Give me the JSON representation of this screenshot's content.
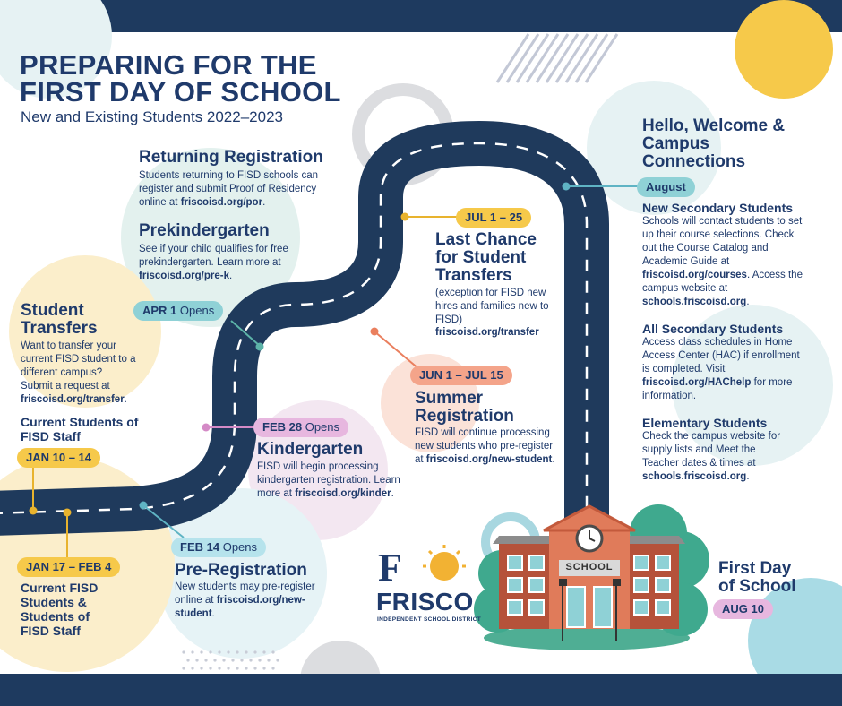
{
  "header": {
    "title_line1": "PREPARING FOR THE",
    "title_line2": "FIRST DAY OF SCHOOL",
    "subtitle": "New and Existing Students 2022–2023"
  },
  "returning": {
    "heading": "Returning Registration",
    "body": "Students returning to FISD schools can register and submit Proof of Residency online at",
    "link": "friscoisd.org/por"
  },
  "prek": {
    "heading": "Prekindergarten",
    "body": "See if your child qualifies for free prekindergarten. Learn more at",
    "link": "friscoisd.org/pre-k"
  },
  "apr": {
    "date": "APR 1",
    "suffix": "Opens"
  },
  "transfers": {
    "heading_line1": "Student",
    "heading_line2": "Transfers",
    "body": "Want to transfer your current FISD student to a different campus? Submit a request at",
    "link": "friscoisd.org/transfer"
  },
  "staff1": {
    "heading": "Current Students of FISD Staff",
    "date": "JAN 10 – 14"
  },
  "staff2": {
    "date": "JAN 17 – FEB 4",
    "heading": "Current FISD Students & Students of FISD Staff"
  },
  "feb28": {
    "date": "FEB 28",
    "suffix": "Opens"
  },
  "kinder": {
    "heading": "Kindergarten",
    "body": "FISD will begin processing kindergarten registration. Learn more at",
    "link": "friscoisd.org/kinder"
  },
  "feb14": {
    "date": "FEB 14",
    "suffix": "Opens"
  },
  "prereg": {
    "heading": "Pre-Registration",
    "body": "New students may pre-register online at",
    "link": "friscoisd.org/new-student"
  },
  "jul": {
    "date": "JUL 1 – 25"
  },
  "lastchance": {
    "heading": "Last Chance for Student Transfers",
    "body": "(exception for FISD new hires and families new to FISD)",
    "link": "friscoisd.org/transfer"
  },
  "jun": {
    "date": "JUN 1 – JUL 15"
  },
  "summer": {
    "heading": "Summer Registration",
    "body": "FISD will continue processing new students who pre-register at",
    "link": "friscoisd.org/new-student"
  },
  "welcome": {
    "heading": "Hello, Welcome & Campus Connections",
    "date": "August"
  },
  "newsecondary": {
    "heading": "New Secondary Students",
    "body1": "Schools will contact students to set up their course selections. Check out the Course Catalog and Academic Guide at",
    "link1": "friscoisd.org/courses",
    "body2": ". Access the campus website at",
    "link2": "schools.friscoisd.org"
  },
  "allsecondary": {
    "heading": "All Secondary Students",
    "body1": "Access class schedules in Home Access Center (HAC) if enrollment is completed. Visit",
    "link": "friscoisd.org/HAChelp",
    "body2": "for more information."
  },
  "elementary": {
    "heading": "Elementary Students",
    "body": "Check the campus website for supply lists and Meet the Teacher dates & times at",
    "link": "schools.friscoisd.org"
  },
  "firstday": {
    "heading": "First Day of School",
    "date": "AUG 10"
  },
  "school": {
    "sign": "SCHOOL"
  },
  "logo": {
    "letter": "F",
    "name": "FRISCO",
    "tagline": "INDEPENDENT SCHOOL DISTRICT"
  },
  "colors": {
    "navy": "#1e3a5f",
    "road": "#1f3a5c",
    "yellow": "#f6c94a",
    "teal": "#8fd1d6",
    "pink": "#e7b7df",
    "salmon": "#f4a48a"
  }
}
